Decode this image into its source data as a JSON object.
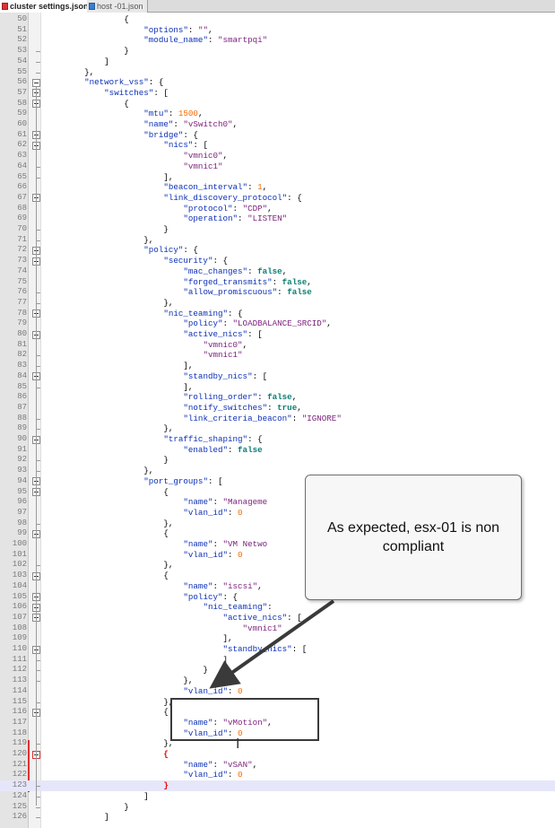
{
  "tabs": [
    {
      "label": "cluster settings.json",
      "active": true
    },
    {
      "label": "host -01.json",
      "active": false
    }
  ],
  "callout_text": "As expected, esx-01 is non compliant",
  "colors": {
    "string": "#7a1f7a",
    "key": "#0b2fb5",
    "number": "#f26a00",
    "boolean": "#0a7d72",
    "highlight": "#e6e6fa",
    "change_marker": "#e03030"
  },
  "lines": [
    {
      "n": "50",
      "t": [
        [
          "",
          "                {"
        ]
      ]
    },
    {
      "n": "51",
      "t": [
        [
          "",
          "                    "
        ],
        [
          "k",
          "\"options\""
        ],
        [
          "",
          ": "
        ],
        [
          "s",
          "\"\""
        ],
        [
          "",
          ","
        ]
      ]
    },
    {
      "n": "52",
      "t": [
        [
          "",
          "                    "
        ],
        [
          "k",
          "\"module_name\""
        ],
        [
          "",
          ": "
        ],
        [
          "s",
          "\"smartpqi\""
        ]
      ]
    },
    {
      "n": "53",
      "t": [
        [
          "",
          "                }"
        ]
      ]
    },
    {
      "n": "54",
      "t": [
        [
          "",
          "            ]"
        ]
      ]
    },
    {
      "n": "55",
      "t": [
        [
          "",
          "        },"
        ]
      ]
    },
    {
      "n": "56",
      "t": [
        [
          "",
          "        "
        ],
        [
          "k",
          "\"network_vss\""
        ],
        [
          "",
          ": {"
        ]
      ]
    },
    {
      "n": "57",
      "t": [
        [
          "",
          "            "
        ],
        [
          "k",
          "\"switches\""
        ],
        [
          "",
          ": ["
        ]
      ]
    },
    {
      "n": "58",
      "t": [
        [
          "",
          "                {"
        ]
      ]
    },
    {
      "n": "59",
      "t": [
        [
          "",
          "                    "
        ],
        [
          "k",
          "\"mtu\""
        ],
        [
          "",
          ": "
        ],
        [
          "n",
          "1500"
        ],
        [
          "",
          ","
        ]
      ]
    },
    {
      "n": "60",
      "t": [
        [
          "",
          "                    "
        ],
        [
          "k",
          "\"name\""
        ],
        [
          "",
          ": "
        ],
        [
          "s",
          "\"vSwitch0\""
        ],
        [
          "",
          ","
        ]
      ]
    },
    {
      "n": "61",
      "t": [
        [
          "",
          "                    "
        ],
        [
          "k",
          "\"bridge\""
        ],
        [
          "",
          ": {"
        ]
      ]
    },
    {
      "n": "62",
      "t": [
        [
          "",
          "                        "
        ],
        [
          "k",
          "\"nics\""
        ],
        [
          "",
          ": ["
        ]
      ]
    },
    {
      "n": "63",
      "t": [
        [
          "",
          "                            "
        ],
        [
          "s",
          "\"vmnic0\""
        ],
        [
          "",
          ","
        ]
      ]
    },
    {
      "n": "64",
      "t": [
        [
          "",
          "                            "
        ],
        [
          "s",
          "\"vmnic1\""
        ]
      ]
    },
    {
      "n": "65",
      "t": [
        [
          "",
          "                        ],"
        ]
      ]
    },
    {
      "n": "66",
      "t": [
        [
          "",
          "                        "
        ],
        [
          "k",
          "\"beacon_interval\""
        ],
        [
          "",
          ": "
        ],
        [
          "n",
          "1"
        ],
        [
          "",
          ","
        ]
      ]
    },
    {
      "n": "67",
      "t": [
        [
          "",
          "                        "
        ],
        [
          "k",
          "\"link_discovery_protocol\""
        ],
        [
          "",
          ": {"
        ]
      ]
    },
    {
      "n": "68",
      "t": [
        [
          "",
          "                            "
        ],
        [
          "k",
          "\"protocol\""
        ],
        [
          "",
          ": "
        ],
        [
          "s",
          "\"CDP\""
        ],
        [
          "",
          ","
        ]
      ]
    },
    {
      "n": "69",
      "t": [
        [
          "",
          "                            "
        ],
        [
          "k",
          "\"operation\""
        ],
        [
          "",
          ": "
        ],
        [
          "s",
          "\"LISTEN\""
        ]
      ]
    },
    {
      "n": "70",
      "t": [
        [
          "",
          "                        }"
        ]
      ]
    },
    {
      "n": "71",
      "t": [
        [
          "",
          "                    },"
        ]
      ]
    },
    {
      "n": "72",
      "t": [
        [
          "",
          "                    "
        ],
        [
          "k",
          "\"policy\""
        ],
        [
          "",
          ": {"
        ]
      ]
    },
    {
      "n": "73",
      "t": [
        [
          "",
          "                        "
        ],
        [
          "k",
          "\"security\""
        ],
        [
          "",
          ": {"
        ]
      ]
    },
    {
      "n": "74",
      "t": [
        [
          "",
          "                            "
        ],
        [
          "k",
          "\"mac_changes\""
        ],
        [
          "",
          ": "
        ],
        [
          "b",
          "false"
        ],
        [
          "",
          ","
        ]
      ]
    },
    {
      "n": "75",
      "t": [
        [
          "",
          "                            "
        ],
        [
          "k",
          "\"forged_transmits\""
        ],
        [
          "",
          ": "
        ],
        [
          "b",
          "false"
        ],
        [
          "",
          ","
        ]
      ]
    },
    {
      "n": "76",
      "t": [
        [
          "",
          "                            "
        ],
        [
          "k",
          "\"allow_promiscuous\""
        ],
        [
          "",
          ": "
        ],
        [
          "b",
          "false"
        ]
      ]
    },
    {
      "n": "77",
      "t": [
        [
          "",
          "                        },"
        ]
      ]
    },
    {
      "n": "78",
      "t": [
        [
          "",
          "                        "
        ],
        [
          "k",
          "\"nic_teaming\""
        ],
        [
          "",
          ": {"
        ]
      ]
    },
    {
      "n": "79",
      "t": [
        [
          "",
          "                            "
        ],
        [
          "k",
          "\"policy\""
        ],
        [
          "",
          ": "
        ],
        [
          "s",
          "\"LOADBALANCE_SRCID\""
        ],
        [
          "",
          ","
        ]
      ]
    },
    {
      "n": "80",
      "t": [
        [
          "",
          "                            "
        ],
        [
          "k",
          "\"active_nics\""
        ],
        [
          "",
          ": ["
        ]
      ]
    },
    {
      "n": "81",
      "t": [
        [
          "",
          "                                "
        ],
        [
          "s",
          "\"vmnic0\""
        ],
        [
          "",
          ","
        ]
      ]
    },
    {
      "n": "82",
      "t": [
        [
          "",
          "                                "
        ],
        [
          "s",
          "\"vmnic1\""
        ]
      ]
    },
    {
      "n": "83",
      "t": [
        [
          "",
          "                            ],"
        ]
      ]
    },
    {
      "n": "84",
      "t": [
        [
          "",
          "                            "
        ],
        [
          "k",
          "\"standby_nics\""
        ],
        [
          "",
          ": ["
        ]
      ]
    },
    {
      "n": "85",
      "t": [
        [
          "",
          "                            ],"
        ]
      ]
    },
    {
      "n": "86",
      "t": [
        [
          "",
          "                            "
        ],
        [
          "k",
          "\"rolling_order\""
        ],
        [
          "",
          ": "
        ],
        [
          "b",
          "false"
        ],
        [
          "",
          ","
        ]
      ]
    },
    {
      "n": "87",
      "t": [
        [
          "",
          "                            "
        ],
        [
          "k",
          "\"notify_switches\""
        ],
        [
          "",
          ": "
        ],
        [
          "b",
          "true"
        ],
        [
          "",
          ","
        ]
      ]
    },
    {
      "n": "88",
      "t": [
        [
          "",
          "                            "
        ],
        [
          "k",
          "\"link_criteria_beacon\""
        ],
        [
          "",
          ": "
        ],
        [
          "s",
          "\"IGNORE\""
        ]
      ]
    },
    {
      "n": "89",
      "t": [
        [
          "",
          "                        },"
        ]
      ]
    },
    {
      "n": "90",
      "t": [
        [
          "",
          "                        "
        ],
        [
          "k",
          "\"traffic_shaping\""
        ],
        [
          "",
          ": {"
        ]
      ]
    },
    {
      "n": "91",
      "t": [
        [
          "",
          "                            "
        ],
        [
          "k",
          "\"enabled\""
        ],
        [
          "",
          ": "
        ],
        [
          "b",
          "false"
        ]
      ]
    },
    {
      "n": "92",
      "t": [
        [
          "",
          "                        }"
        ]
      ]
    },
    {
      "n": "93",
      "t": [
        [
          "",
          "                    },"
        ]
      ]
    },
    {
      "n": "94",
      "t": [
        [
          "",
          "                    "
        ],
        [
          "k",
          "\"port_groups\""
        ],
        [
          "",
          ": ["
        ]
      ]
    },
    {
      "n": "95",
      "t": [
        [
          "",
          "                        {"
        ]
      ]
    },
    {
      "n": "96",
      "t": [
        [
          "",
          "                            "
        ],
        [
          "k",
          "\"name\""
        ],
        [
          "",
          ": "
        ],
        [
          "s",
          "\"Manageme"
        ]
      ]
    },
    {
      "n": "97",
      "t": [
        [
          "",
          "                            "
        ],
        [
          "k",
          "\"vlan_id\""
        ],
        [
          "",
          ": "
        ],
        [
          "n",
          "0"
        ]
      ]
    },
    {
      "n": "98",
      "t": [
        [
          "",
          "                        },"
        ]
      ]
    },
    {
      "n": "99",
      "t": [
        [
          "",
          "                        {"
        ]
      ]
    },
    {
      "n": "100",
      "t": [
        [
          "",
          "                            "
        ],
        [
          "k",
          "\"name\""
        ],
        [
          "",
          ": "
        ],
        [
          "s",
          "\"VM Netwo"
        ]
      ]
    },
    {
      "n": "101",
      "t": [
        [
          "",
          "                            "
        ],
        [
          "k",
          "\"vlan_id\""
        ],
        [
          "",
          ": "
        ],
        [
          "n",
          "0"
        ]
      ]
    },
    {
      "n": "102",
      "t": [
        [
          "",
          "                        },"
        ]
      ]
    },
    {
      "n": "103",
      "t": [
        [
          "",
          "                        {"
        ]
      ]
    },
    {
      "n": "104",
      "t": [
        [
          "",
          "                            "
        ],
        [
          "k",
          "\"name\""
        ],
        [
          "",
          ": "
        ],
        [
          "s",
          "\"iscsi\""
        ],
        [
          "",
          ","
        ]
      ]
    },
    {
      "n": "105",
      "t": [
        [
          "",
          "                            "
        ],
        [
          "k",
          "\"policy\""
        ],
        [
          "",
          ": {"
        ]
      ]
    },
    {
      "n": "106",
      "t": [
        [
          "",
          "                                "
        ],
        [
          "k",
          "\"nic_teaming\""
        ],
        [
          "",
          ":"
        ]
      ]
    },
    {
      "n": "107",
      "t": [
        [
          "",
          "                                    "
        ],
        [
          "k",
          "\"active_nics\""
        ],
        [
          "",
          ": ["
        ]
      ]
    },
    {
      "n": "108",
      "t": [
        [
          "",
          "                                        "
        ],
        [
          "s",
          "\"vmnic1\""
        ]
      ]
    },
    {
      "n": "109",
      "t": [
        [
          "",
          "                                    ],"
        ]
      ]
    },
    {
      "n": "110",
      "t": [
        [
          "",
          "                                    "
        ],
        [
          "k",
          "\"standby_nics\""
        ],
        [
          "",
          ": ["
        ]
      ]
    },
    {
      "n": "111",
      "t": [
        [
          "",
          "                                    ]"
        ]
      ]
    },
    {
      "n": "112",
      "t": [
        [
          "",
          "                                }"
        ]
      ]
    },
    {
      "n": "113",
      "t": [
        [
          "",
          "                            },"
        ]
      ]
    },
    {
      "n": "114",
      "t": [
        [
          "",
          "                            "
        ],
        [
          "k",
          "\"vlan_id\""
        ],
        [
          "",
          ": "
        ],
        [
          "n",
          "0"
        ]
      ]
    },
    {
      "n": "115",
      "t": [
        [
          "",
          "                        },"
        ]
      ]
    },
    {
      "n": "116",
      "t": [
        [
          "",
          "                        {"
        ]
      ]
    },
    {
      "n": "117",
      "t": [
        [
          "",
          "                            "
        ],
        [
          "k",
          "\"name\""
        ],
        [
          "",
          ": "
        ],
        [
          "s",
          "\"vMotion\""
        ],
        [
          "",
          ","
        ]
      ]
    },
    {
      "n": "118",
      "t": [
        [
          "",
          "                            "
        ],
        [
          "k",
          "\"vlan_id\""
        ],
        [
          "",
          ": "
        ],
        [
          "n",
          "0"
        ]
      ]
    },
    {
      "n": "119",
      "t": [
        [
          "",
          "                        },"
        ]
      ]
    },
    {
      "n": "120",
      "t": [
        [
          "",
          "                        "
        ],
        [
          "r",
          "{"
        ]
      ]
    },
    {
      "n": "121",
      "t": [
        [
          "",
          "                            "
        ],
        [
          "k",
          "\"name\""
        ],
        [
          "",
          ": "
        ],
        [
          "s",
          "\"vSAN\""
        ],
        [
          "",
          ","
        ]
      ]
    },
    {
      "n": "122",
      "t": [
        [
          "",
          "                            "
        ],
        [
          "k",
          "\"vlan_id\""
        ],
        [
          "",
          ": "
        ],
        [
          "n",
          "0"
        ]
      ]
    },
    {
      "n": "123",
      "t": [
        [
          "",
          "                        "
        ],
        [
          "r",
          "}"
        ]
      ],
      "hl": true
    },
    {
      "n": "124",
      "t": [
        [
          "",
          "                    ]"
        ]
      ]
    },
    {
      "n": "125",
      "t": [
        [
          "",
          "                }"
        ]
      ]
    },
    {
      "n": "126",
      "t": [
        [
          "",
          "            ]"
        ]
      ]
    }
  ]
}
